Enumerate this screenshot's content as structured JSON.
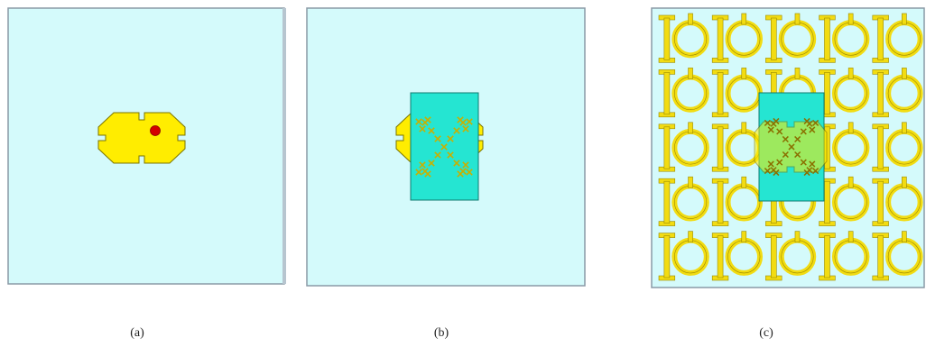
{
  "figure": {
    "panels": [
      {
        "caption": "(a)",
        "description_key": "patch-antenna-top-view"
      },
      {
        "caption": "(b)",
        "description_key": "patch-with-fractal-superstrate"
      },
      {
        "caption": "(c)",
        "description_key": "patch-with-metasurface-array"
      }
    ],
    "colors": {
      "substrate": "#d4fafb",
      "substrate_edge": "#8a9aa6",
      "patch": "#ffed00",
      "patch_edge": "#7a7400",
      "feed": "#d40000",
      "superstrate": "#25e5d2",
      "fractal": "#c8b000",
      "meta_cell": "#f2dc12"
    },
    "metasurface": {
      "rows": 5,
      "cols": 5
    }
  }
}
